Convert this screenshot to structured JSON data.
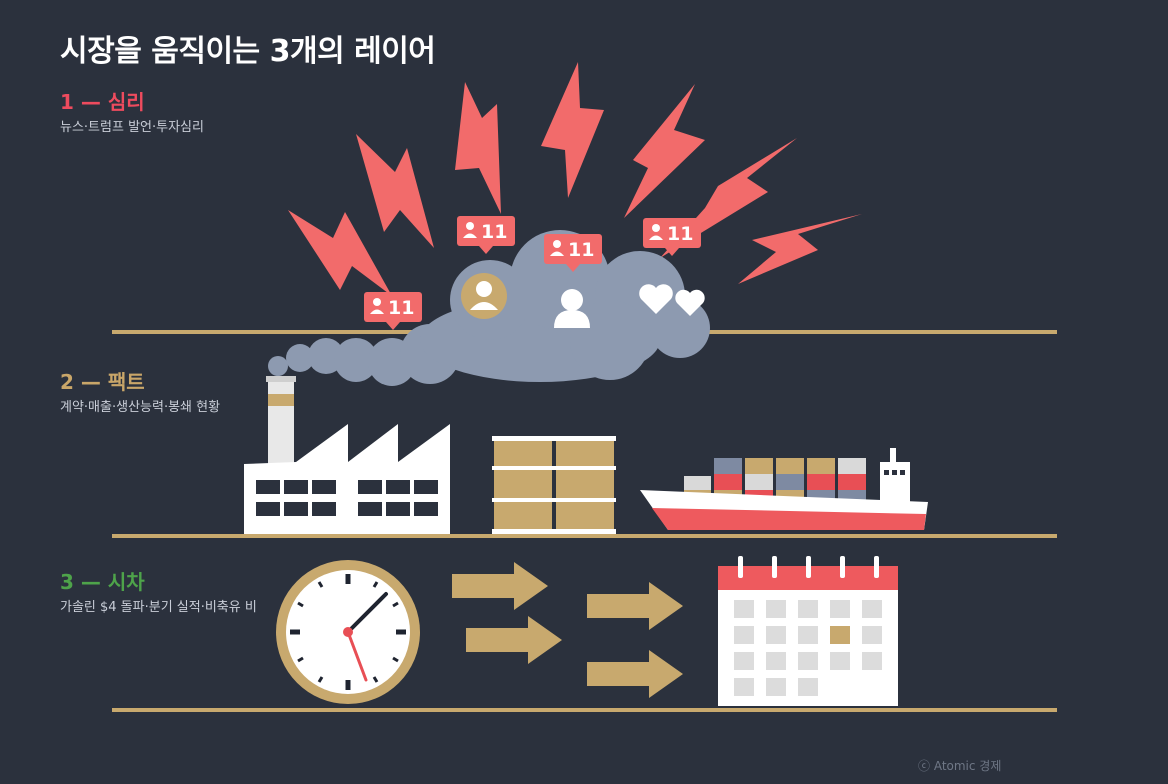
{
  "title": "시장을 움직이는 3개의 레이어",
  "layers": [
    {
      "title": "1 — 심리",
      "subtitle": "뉴스·트럼프 발언·투자심리",
      "color": "#ee4b5e"
    },
    {
      "title": "2 — 팩트",
      "subtitle": "계약·매출·생산능력·봉쇄 현황",
      "color": "#c9a669"
    },
    {
      "title": "3 — 시차",
      "subtitle": "가솔린 $4 돌파·분기 실적·비축유 비",
      "color": "#4ea34a"
    }
  ],
  "notifications": [
    {
      "count": "11"
    },
    {
      "count": "11"
    },
    {
      "count": "11"
    },
    {
      "count": "11"
    }
  ],
  "credit": "ⓒ Atomic 경제",
  "colors": {
    "background": "#2b313d",
    "divider": "#c8a96e",
    "lightning": "#f26b6b",
    "cloud": "#8d9ab0",
    "badge": "#f26b6b",
    "gold": "#c8a96e",
    "calendar_header": "#ee5a5e"
  }
}
